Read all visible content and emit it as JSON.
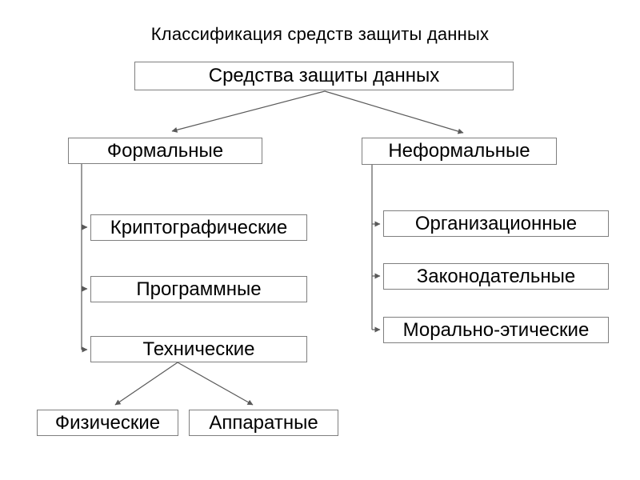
{
  "title": "Классификация средств защиты данных",
  "nodes": {
    "root": "Средства защиты данных",
    "formal": "Формальные",
    "informal": "Неформальные",
    "crypto": "Криптографические",
    "software": "Программные",
    "technical": "Технические",
    "physical": "Физические",
    "hardware": "Аппаратные",
    "organizational": "Организационные",
    "legislative": "Законодательные",
    "moral": "Морально-этические"
  },
  "hierarchy": {
    "root": "Средства защиты данных",
    "children": [
      {
        "label": "Формальные",
        "children": [
          {
            "label": "Криптографические"
          },
          {
            "label": "Программные"
          },
          {
            "label": "Технические",
            "children": [
              {
                "label": "Физические"
              },
              {
                "label": "Аппаратные"
              }
            ]
          }
        ]
      },
      {
        "label": "Неформальные",
        "children": [
          {
            "label": "Организационные"
          },
          {
            "label": "Законодательные"
          },
          {
            "label": "Морально-этические"
          }
        ]
      }
    ]
  },
  "colors": {
    "bg": "#ffffff",
    "border": "#7f7f7f",
    "line": "#595959",
    "text": "#000000"
  }
}
